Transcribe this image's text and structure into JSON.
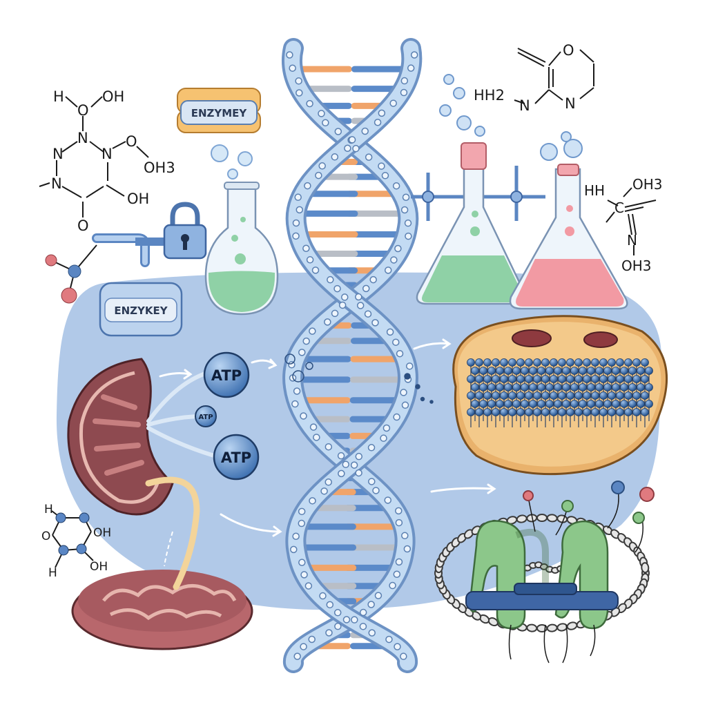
{
  "labels": {
    "enzyme_badge_top": "ENZYMEY",
    "enzyme_badge_mid": "ENZYKEY",
    "atp_1": "ATP",
    "atp_2": "ATP",
    "atp_3": "ATP"
  },
  "chem": {
    "topleft": {
      "h": "H",
      "o1": "O",
      "oh1": "OH",
      "n1": "N",
      "n2": "N",
      "n3": "N",
      "n4": "N",
      "o2": "O",
      "oh3": "OH3",
      "oh2": "OH",
      "o3": "O"
    },
    "topright": {
      "o": "O",
      "n": "N",
      "hh2": "HH2",
      "n2": "N"
    },
    "right": {
      "hh": "HH",
      "oh3a": "OH3",
      "c": "C",
      "n": "N",
      "oh3b": "OH3"
    },
    "bottomleft": {
      "h1": "H",
      "o": "O",
      "oh": "OH",
      "oh2": "OH",
      "h2": "H"
    }
  },
  "colors": {
    "background_blob": "#a9c3e6",
    "dna_backbone": "#a8c6e8",
    "rung_blue": "#5b8ac9",
    "rung_orange": "#f0a46a",
    "rung_gray": "#b9bec6",
    "flask_green": "#8fd1a6",
    "flask_pink": "#f29aa3",
    "mito_red": "#8e4a50",
    "membrane_yellow": "#f3c98a",
    "protein_green": "#8cc78a"
  },
  "icons": [
    "dna-helix",
    "flask",
    "padlock",
    "mitochondrion",
    "cell-membrane",
    "protein-complex",
    "molecule",
    "atp-bubble",
    "arrow"
  ]
}
